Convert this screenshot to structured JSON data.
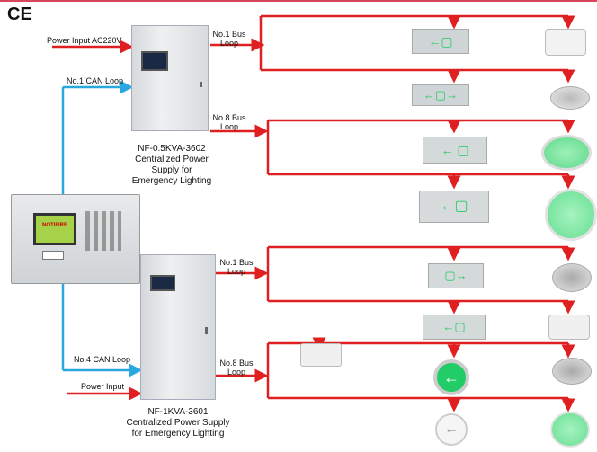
{
  "ce_mark": "CE",
  "labels": {
    "power_input_top": "Power Input AC220V",
    "can_loop_1": "No.1 CAN Loop",
    "can_loop_4": "No.4 CAN Loop",
    "power_input_bottom": "Power Input",
    "bus_top_1_a": "No.1 Bus",
    "bus_top_1_b": "Loop",
    "bus_top_8_a": "No.8 Bus",
    "bus_top_8_b": "Loop",
    "bus_bot_1_a": "No.1 Bus",
    "bus_bot_1_b": "Loop",
    "bus_bot_8_a": "No.8 Bus",
    "bus_bot_8_b": "Loop"
  },
  "cabinet_top": {
    "model": "NF-0.5KVA-3602",
    "desc_1": "Centralized Power",
    "desc_2": "Supply for",
    "desc_3": "Emergency Lighting"
  },
  "cabinet_bottom": {
    "model": "NF-1KVA-3601",
    "desc_1": "Centralized Power Supply",
    "desc_2": "for Emergency Lighting"
  },
  "controller_brand": "NOTIFIRE",
  "colors": {
    "bus_line": "#e02020",
    "can_line": "#29a8e0",
    "cabinet": "#e4e6e8",
    "exit_green": "#22cc66",
    "top_rule": "#d9455c"
  }
}
